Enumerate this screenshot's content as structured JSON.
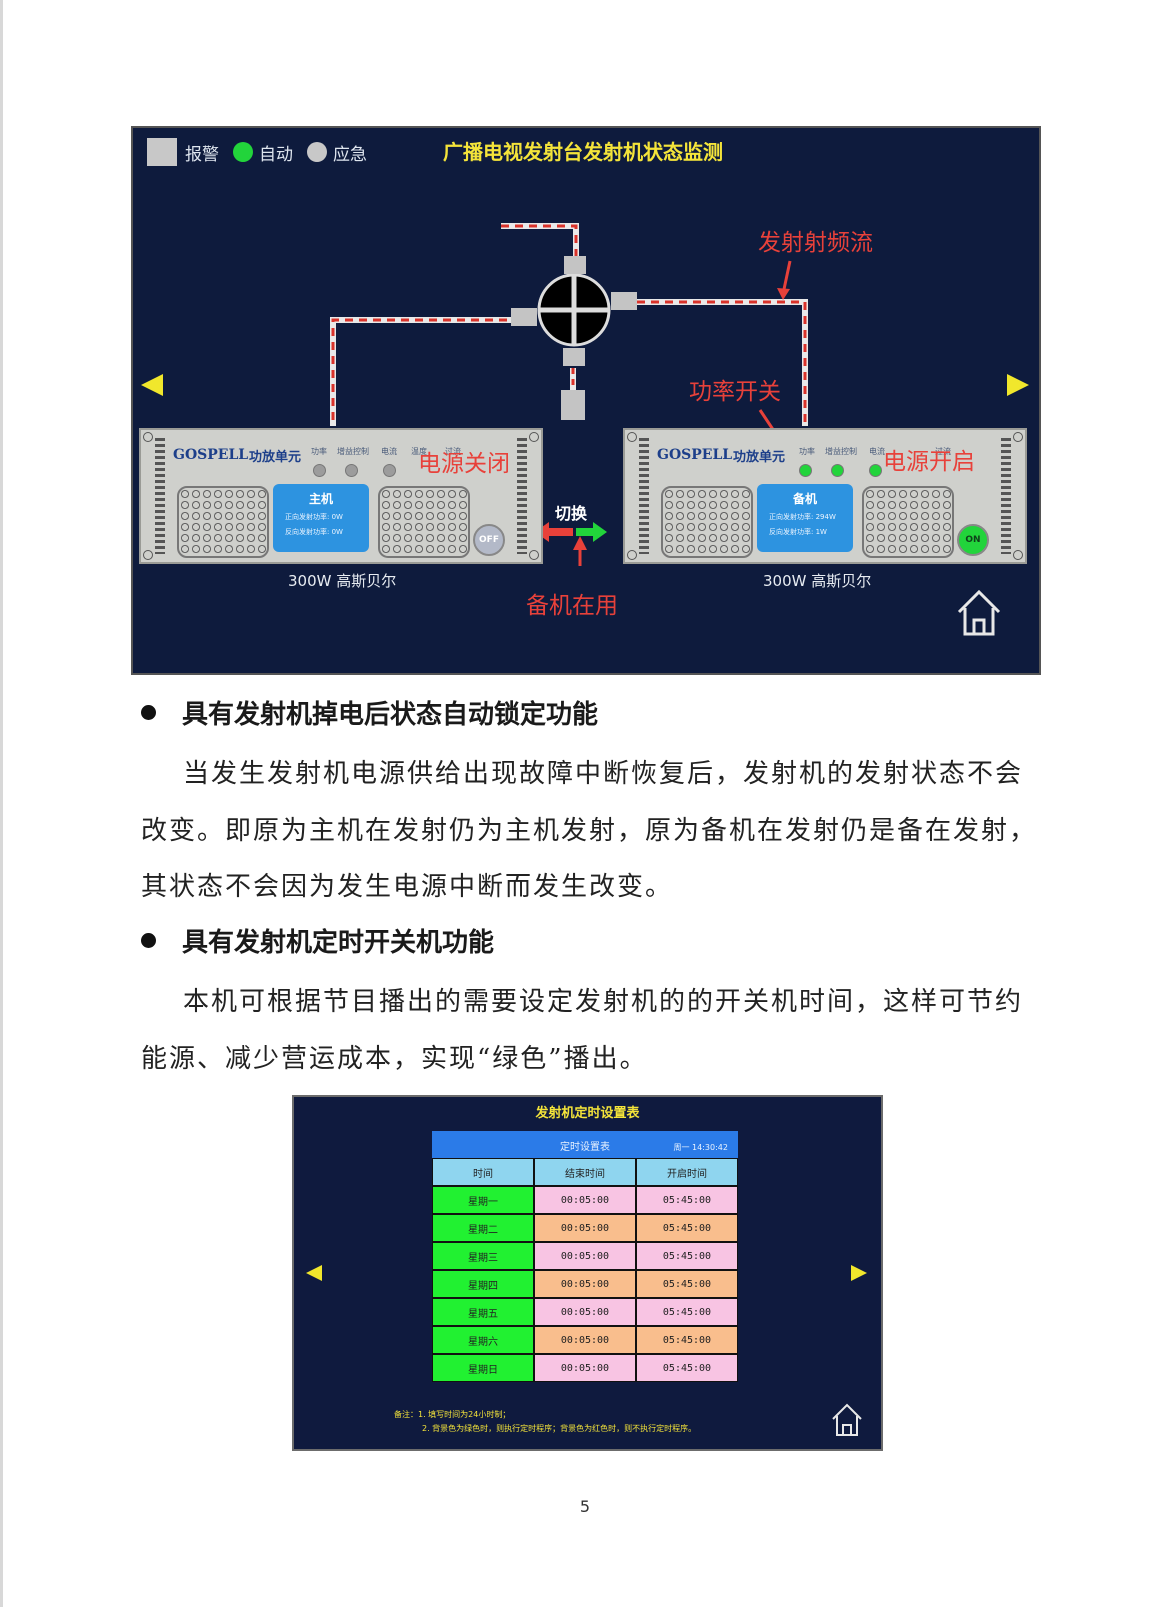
{
  "screen1": {
    "legend": {
      "alarm": "报警",
      "auto": "自动",
      "emergency": "应急",
      "auto_color": "#22d43b",
      "emergency_color": "#c8c8c8"
    },
    "title": "广播电视发射台发射机状态监测",
    "annotations": {
      "rf_flow": "发射射频流",
      "power_switch": "功率开关",
      "power_off": "电源关闭",
      "power_on": "电源开启",
      "switch": "切换",
      "standby_in_use": "备机在用"
    },
    "unit_main": {
      "brand": "GOSPELL",
      "unit_label": "功放单元",
      "indicators": [
        "功率",
        "增益控制",
        "电流",
        "温度",
        "过流"
      ],
      "panel_title": "主机",
      "forward_power": "正向发射功率: 0W",
      "reflected_power": "反向发射功率: 0W",
      "button": "OFF",
      "caption": "300W 高斯贝尔"
    },
    "unit_standby": {
      "brand": "GOSPELL",
      "unit_label": "功放单元",
      "indicators": [
        "功率",
        "增益控制",
        "电流",
        "过流"
      ],
      "panel_title": "备机",
      "forward_power": "正向发射功率: 294W",
      "reflected_power": "反向发射功率: 1W",
      "button": "ON",
      "caption": "300W 高斯贝尔"
    },
    "icons": [
      "chevron-left-icon",
      "chevron-right-icon",
      "home-icon",
      "rf-switch-icon"
    ]
  },
  "section1": {
    "heading": "具有发射机掉电后状态自动锁定功能",
    "lines": [
      "当发生发射机电源供给出现故障中断恢复后，发射机的发射状态不会",
      "改变。即原为主机在发射仍为主机发射，原为备机在发射仍是备在发射，",
      "其状态不会因为发生电源中断而发生改变。"
    ]
  },
  "section2": {
    "heading": "具有发射机定时开关机功能",
    "lines": [
      "本机可根据节目播出的需要设定发射机的的开关机时间，这样可节约",
      "能源、减少营运成本，实现“绿色”播出。"
    ]
  },
  "screen2": {
    "title": "发射机定时设置表",
    "table_title": "定时设置表",
    "clock": "周一 14:30:42",
    "columns": [
      "时间",
      "结束时间",
      "开启时间"
    ],
    "rows": [
      [
        "星期一",
        "00:05:00",
        "05:45:00"
      ],
      [
        "星期二",
        "00:05:00",
        "05:45:00"
      ],
      [
        "星期三",
        "00:05:00",
        "05:45:00"
      ],
      [
        "星期四",
        "00:05:00",
        "05:45:00"
      ],
      [
        "星期五",
        "00:05:00",
        "05:45:00"
      ],
      [
        "星期六",
        "00:05:00",
        "05:45:00"
      ],
      [
        "星期日",
        "00:05:00",
        "05:45:00"
      ]
    ],
    "note1": "备注：1. 填写时间为24小时制；",
    "note2": "2. 背景色为绿色时，则执行定时程序；背景色为红色时，则不执行定时程序。"
  },
  "page_number": "5"
}
